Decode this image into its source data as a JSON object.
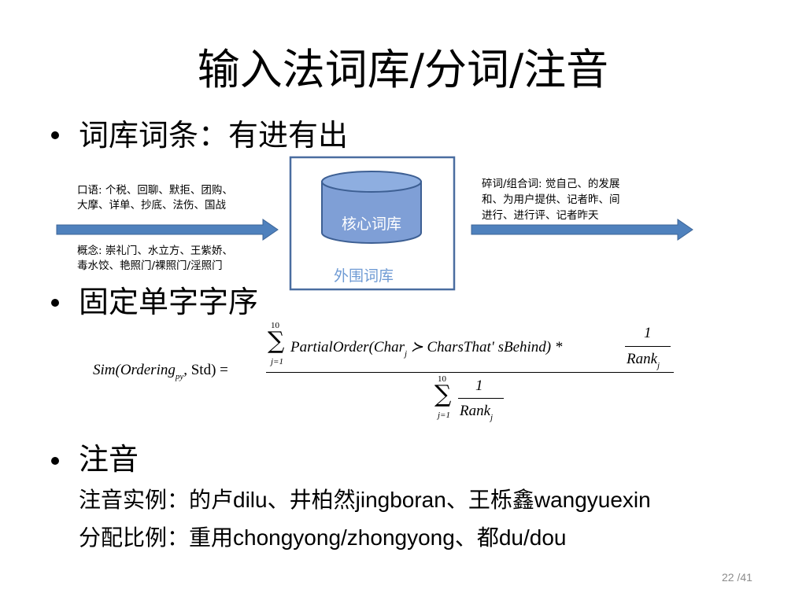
{
  "slide": {
    "title": "输入法词库/分词/注音",
    "page_number": "22 /41"
  },
  "bullets": [
    {
      "text": "词库词条：有进有出"
    },
    {
      "text": "固定单字字序"
    },
    {
      "text": "注音"
    }
  ],
  "diagram": {
    "left_top_line1": "口语: 个税、回聊、默拒、团购、",
    "left_top_line2": "大摩、详单、抄底、法伤、国战",
    "left_bottom_line1": "概念: 崇礼门、水立方、王紫娇、",
    "left_bottom_line2": "毒水饺、艳照门/裸照门/淫照门",
    "core_label": "核心词库",
    "outer_label": "外围词库",
    "right_line1": "碎词/组合词: 觉自己、的发展",
    "right_line2": "和、为用户提供、记者昨、间",
    "right_line3": "进行、进行评、记者昨天",
    "colors": {
      "box_border": "#4a6da0",
      "cylinder_fill": "#7f9fd6",
      "cylinder_top": "#8eaee0",
      "arrow_fill": "#4f81bd",
      "outer_label": "#6f9bd4"
    }
  },
  "formula": {
    "lhs": "Sim(Ordering",
    "lhs_sub": "py",
    "lhs_rest": ", Std) =",
    "sum_upper": "10",
    "sum_lower": "j=1",
    "numerator_expr": "PartialOrder(Char",
    "numerator_sub": "j",
    "numerator_mid": " ≻ CharsThat' sBehind) *",
    "frac_one": "1",
    "frac_rank": "Rank",
    "frac_sub": "j"
  },
  "pinyin": {
    "line1_a": "注音实例：的卢",
    "line1_b": "dilu",
    "line1_c": "、井柏然",
    "line1_d": "jingboran",
    "line1_e": "、王栎鑫",
    "line1_f": "wangyuexin",
    "line2_a": "分配比例：重用",
    "line2_b": "chongyong/zhongyong",
    "line2_c": "、都",
    "line2_d": "du/dou"
  }
}
